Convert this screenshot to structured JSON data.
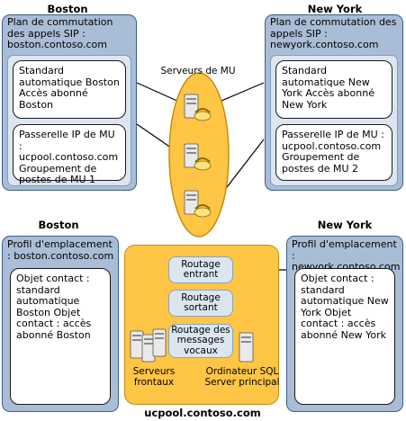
{
  "diagram": {
    "top_left": {
      "region_title": "Boston",
      "heading": "Plan de commutation des appels SIP : boston.contoso.com",
      "card1": "Standard automatique Boston Accès abonné Boston",
      "card2": "Passerelle IP de MU : ucpool.contoso.com Groupement de postes de MU 1"
    },
    "top_right": {
      "region_title": "New York",
      "heading": "Plan de commutation des appels SIP : newyork.contoso.com",
      "card1": "Standard automatique New York Accès abonné New York",
      "card2": "Passerelle IP de MU : ucpool.contoso.com Groupement de postes de MU 2"
    },
    "mu_servers_label": "Serveurs de MU",
    "bottom_left": {
      "region_title": "Boston",
      "heading": "Profil d'emplacement : boston.contoso.com",
      "card": "Objet contact : standard automatique Boston Objet contact : accès abonné Boston"
    },
    "bottom_right": {
      "region_title": "New York",
      "heading": "Profil d'emplacement : newyork.contoso.com",
      "card": "Objet contact : standard automatique New York Objet contact : accès abonné New York"
    },
    "pool": {
      "name": "ucpool.contoso.com",
      "role1": "Routage entrant",
      "role2": "Routage sortant",
      "role3": "Routage des messages vocaux",
      "frontend_label": "Serveurs frontaux",
      "sql_label": "Ordinateur SQL Server principal"
    }
  },
  "colors": {
    "panel_blue": "#a9bdd6",
    "pool_orange": "#ffc545",
    "role_blue": "#dce6f1"
  },
  "icons": [
    "server-phone-icon",
    "server-icon"
  ]
}
